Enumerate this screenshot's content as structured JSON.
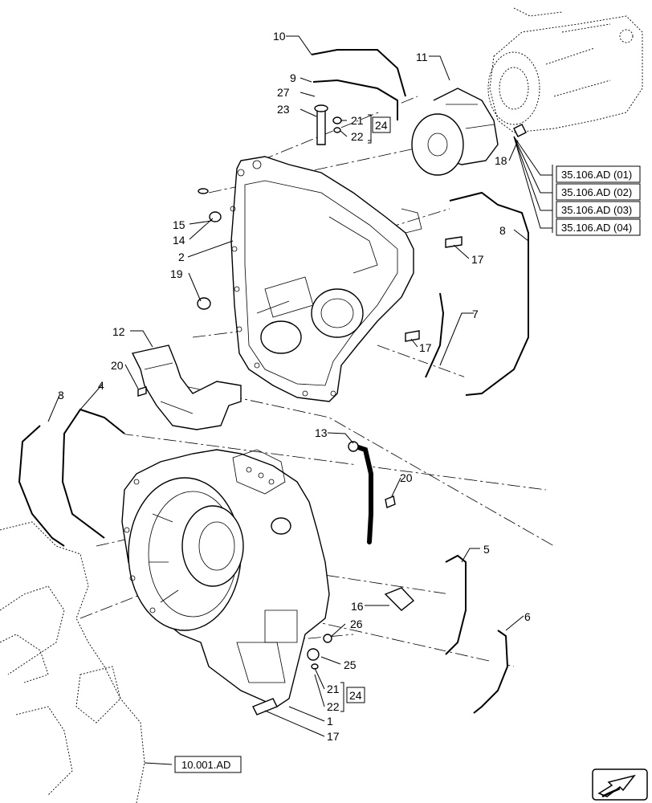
{
  "callouts": {
    "c1": "1",
    "c2": "2",
    "c3": "3",
    "c4": "4",
    "c5": "5",
    "c6": "6",
    "c7": "7",
    "c8": "8",
    "c9": "9",
    "c10": "10",
    "c11": "11",
    "c12": "12",
    "c13": "13",
    "c14": "14",
    "c15": "15",
    "c16": "16",
    "c17a": "17",
    "c17b": "17",
    "c17c": "17",
    "c18": "18",
    "c19": "19",
    "c20a": "20",
    "c20b": "20",
    "c21a": "21",
    "c21b": "21",
    "c22a": "22",
    "c22b": "22",
    "c23": "23",
    "c25": "25",
    "c26a": "26",
    "c27": "27",
    "kit_a": "24",
    "kit_b": "24"
  },
  "references": {
    "r1": "35.106.AD (01)",
    "r2": "35.106.AD (02)",
    "r3": "35.106.AD (03)",
    "r4": "35.106.AD (04)",
    "engine": "10.001.AD"
  },
  "nav": {
    "icon": "arrow-navigation-icon"
  }
}
